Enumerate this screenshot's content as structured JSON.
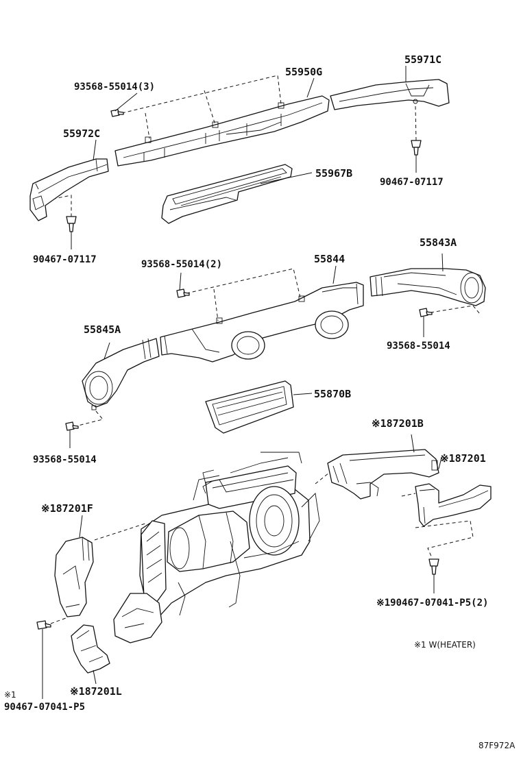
{
  "labels": {
    "p55971c": "55971C",
    "p55950g": "55950G",
    "p93568_3": "93568-55014(3)",
    "p55972c": "55972C",
    "p90467_a": "90467-07117",
    "p90467_b": "90467-07117",
    "p55967b": "55967B",
    "p93568_2": "93568-55014(2)",
    "p55844": "55844",
    "p55843a": "55843A",
    "p55845a": "55845A",
    "p93568_r": "93568-55014",
    "p93568_l": "93568-55014",
    "p55870b": "55870B",
    "p87201b": "※187201B",
    "p87201": "※187201",
    "p87201f": "※187201F",
    "p90467_p5_2": "※190467-07041-P5(2)",
    "p87201l": "※187201L",
    "p90467_p5_mark": "※1",
    "p90467_p5": "90467-07041-P5"
  },
  "note": "※1 W(HEATER)",
  "figure_code": "87F972A"
}
